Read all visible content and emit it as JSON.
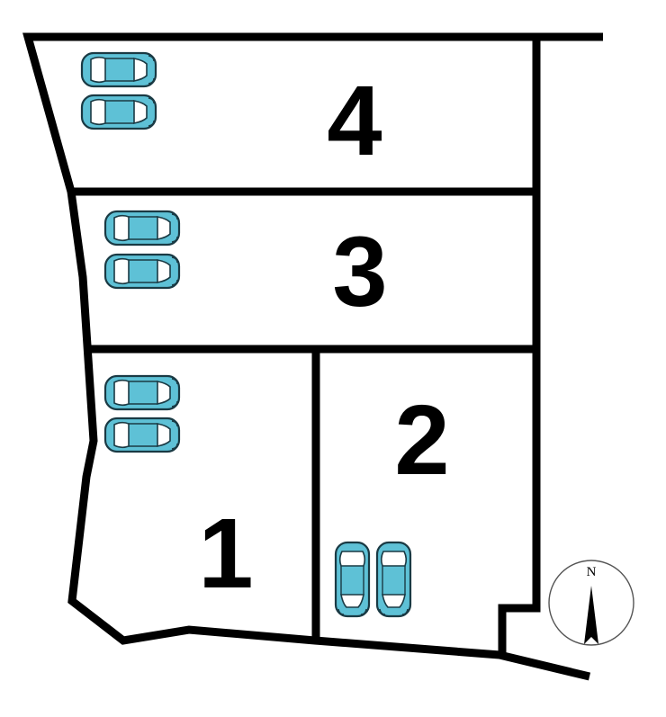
{
  "lots": [
    {
      "id": "4",
      "label": "4"
    },
    {
      "id": "3",
      "label": "3"
    },
    {
      "id": "1",
      "label": "1"
    },
    {
      "id": "2",
      "label": "2"
    }
  ],
  "compass": {
    "north_label": "N"
  },
  "colors": {
    "car_fill": "#5ec1d6",
    "line": "#000000",
    "background": "#ffffff"
  },
  "icons": {
    "car": "car-icon",
    "compass": "compass-icon"
  }
}
